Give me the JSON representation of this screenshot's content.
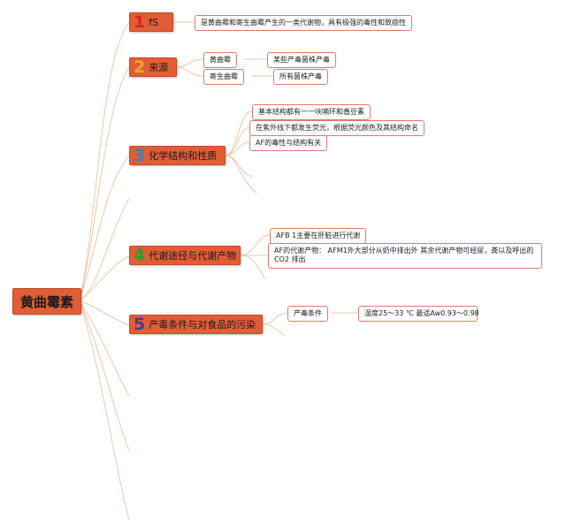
{
  "root": {
    "label": "黄曲霉素"
  },
  "branches": [
    {
      "num": "1",
      "numColor": "#d8241e",
      "label": "fS"
    },
    {
      "num": "2",
      "numColor": "#f1a531",
      "label": "来源"
    },
    {
      "num": "3",
      "numColor": "#3b7fc4",
      "label": "化学结构和性质"
    },
    {
      "num": "4",
      "numColor": "#2f9b2f",
      "label": "代谢途径与代谢产物"
    },
    {
      "num": "5",
      "numColor": "#3b3f8f",
      "label": "产毒条件与对食品的污染"
    }
  ],
  "leaves": {
    "def": "是黄曲霉和寄生曲霉产生的一类代谢物，具有极强的毒性和致癌性",
    "src_a": "黄曲霉",
    "src_a_detail": "某些产毒菌株产毒",
    "src_b": "寄生曲霉",
    "src_b_detail": "所有菌株产毒",
    "chem_1": "基本结构都有一一呋喃环和香豆素",
    "chem_2": "在紫外线下都发生荧光，根据荧光颜色及其结构命名",
    "chem_3": "AF的毒性与结构有关",
    "meta_1": "AFB 1主要在肝脏进行代谢",
    "meta_2": "AF的代谢产物： AFM1外大部分从奶中排出外 其余代谢产物可经尿，粪以及呼出的CO2 排出",
    "cond": "产毒条件",
    "cond_detail": "温度25～33 ℃ 最适Aw0.93～0.98"
  },
  "colors": {
    "branch_fill": "#e15d36",
    "leaf_border": "#e07a6a",
    "connector": "#e9c9a8"
  }
}
